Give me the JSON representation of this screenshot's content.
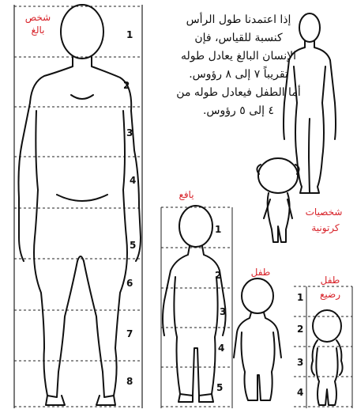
{
  "description_lines": [
    "إذا اعتمدنا طول الرأس",
    "كنسبة للقياس، فإن",
    "الإنسان البالغ يعادل طوله",
    "تقريباً ٧ إلى ٨ رؤوس.",
    "أما الطفل فيعادل طوله من",
    "٤ إلى ٥ رؤوس."
  ],
  "labels": {
    "adult": [
      "شخص",
      "بالغ"
    ],
    "teen": "يافع",
    "child": "طفل",
    "infant": [
      "طفل",
      "رضيع"
    ],
    "cartoon": [
      "شخصيات",
      "كرتونية"
    ]
  },
  "adult_scale": [
    "1",
    "2",
    "3",
    "4",
    "5",
    "6",
    "7",
    "8"
  ],
  "teen_scale": [
    "1",
    "2",
    "3",
    "4",
    "5"
  ],
  "infant_scale": [
    "1",
    "2",
    "3",
    "4"
  ],
  "colors": {
    "label_red": "#d8232a",
    "ink": "#111111"
  }
}
